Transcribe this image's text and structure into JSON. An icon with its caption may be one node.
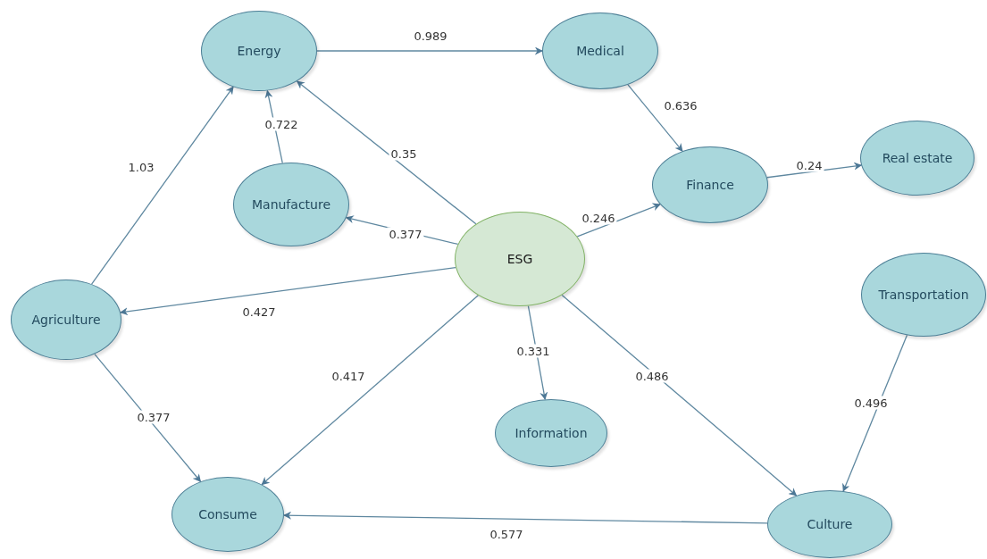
{
  "diagram": {
    "nodes": [
      {
        "text": [
          "Energy"
        ]
      },
      {
        "text": [
          "Medical"
        ]
      },
      {
        "text": [
          "Manufacture"
        ]
      },
      {
        "text": [
          "Finance"
        ]
      },
      {
        "text": [
          "Real estate"
        ]
      },
      {
        "text": [
          "ESG"
        ]
      },
      {
        "text": [
          "Agriculture"
        ]
      },
      {
        "text": [
          "Transportation"
        ]
      },
      {
        "text": [
          "Information"
        ]
      },
      {
        "text": [
          "Consume"
        ]
      },
      {
        "text": [
          "Culture"
        ]
      }
    ],
    "edges": [
      {
        "from": 0,
        "to": 1,
        "arrow": "to",
        "label": "0.989"
      },
      {
        "from": 1,
        "to": 3,
        "arrow": "to",
        "label": "0.636"
      },
      {
        "from": 3,
        "to": 4,
        "arrow": "to",
        "label": "0.24"
      },
      {
        "from": 5,
        "to": 0,
        "arrow": "to",
        "label": "0.35"
      },
      {
        "from": 2,
        "to": 0,
        "arrow": "to",
        "label": "0.722"
      },
      {
        "from": 6,
        "to": 0,
        "arrow": "to",
        "label": "1.03"
      },
      {
        "from": 5,
        "to": 2,
        "arrow": "to",
        "label": "0.377"
      },
      {
        "from": 5,
        "to": 3,
        "arrow": "to",
        "label": "0.246"
      },
      {
        "from": 5,
        "to": 6,
        "arrow": "to",
        "label": "0.427"
      },
      {
        "from": 5,
        "to": 8,
        "arrow": "to",
        "label": "0.331"
      },
      {
        "from": 5,
        "to": 9,
        "arrow": "to",
        "label": "0.417"
      },
      {
        "from": 5,
        "to": 10,
        "arrow": "to",
        "label": "0.486"
      },
      {
        "from": 6,
        "to": 9,
        "arrow": "to",
        "label": "0.377"
      },
      {
        "from": 7,
        "to": 10,
        "arrow": "to",
        "label": "0.496"
      },
      {
        "from": 10,
        "to": 9,
        "arrow": "to",
        "label": "0.577"
      }
    ]
  }
}
